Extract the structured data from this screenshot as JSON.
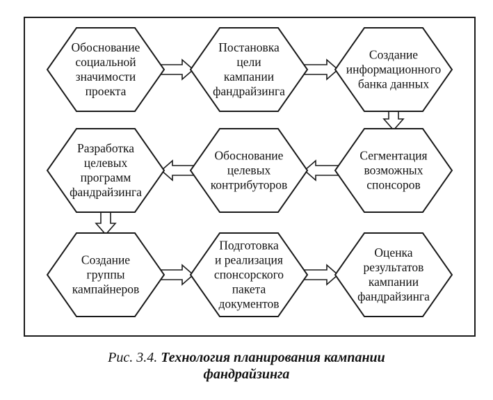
{
  "nodes": [
    {
      "id": "n1",
      "text": "Обоснование\nсоциальной\nзначимости\nпроекта"
    },
    {
      "id": "n2",
      "text": "Постановка\nцели\nкампании\nфандрайзинга"
    },
    {
      "id": "n3",
      "text": "Создание\nинформационного\nбанка данных"
    },
    {
      "id": "n4",
      "text": "Разработка\nцелевых\nпрограмм\nфандрайзинга"
    },
    {
      "id": "n5",
      "text": "Обоснование\nцелевых\nконтрибуторов"
    },
    {
      "id": "n6",
      "text": "Сегментация\nвозможных\nспонсоров"
    },
    {
      "id": "n7",
      "text": "Создание\nгруппы\nкампайнеров"
    },
    {
      "id": "n8",
      "text": "Подготовка\nи реализация\nспонсорского\nпакета\nдокументов"
    },
    {
      "id": "n9",
      "text": "Оценка\nрезультатов\nкампании\nфандрайзинга"
    }
  ],
  "edges": [
    {
      "from": "n1",
      "to": "n2"
    },
    {
      "from": "n2",
      "to": "n3"
    },
    {
      "from": "n3",
      "to": "n6"
    },
    {
      "from": "n6",
      "to": "n5"
    },
    {
      "from": "n5",
      "to": "n4"
    },
    {
      "from": "n4",
      "to": "n7"
    },
    {
      "from": "n7",
      "to": "n8"
    },
    {
      "from": "n8",
      "to": "n9"
    }
  ],
  "caption": {
    "prefix": "Рис. 3.4.",
    "title_line1": "Технология планирования кампании",
    "title_line2": "фандрайзинга"
  }
}
